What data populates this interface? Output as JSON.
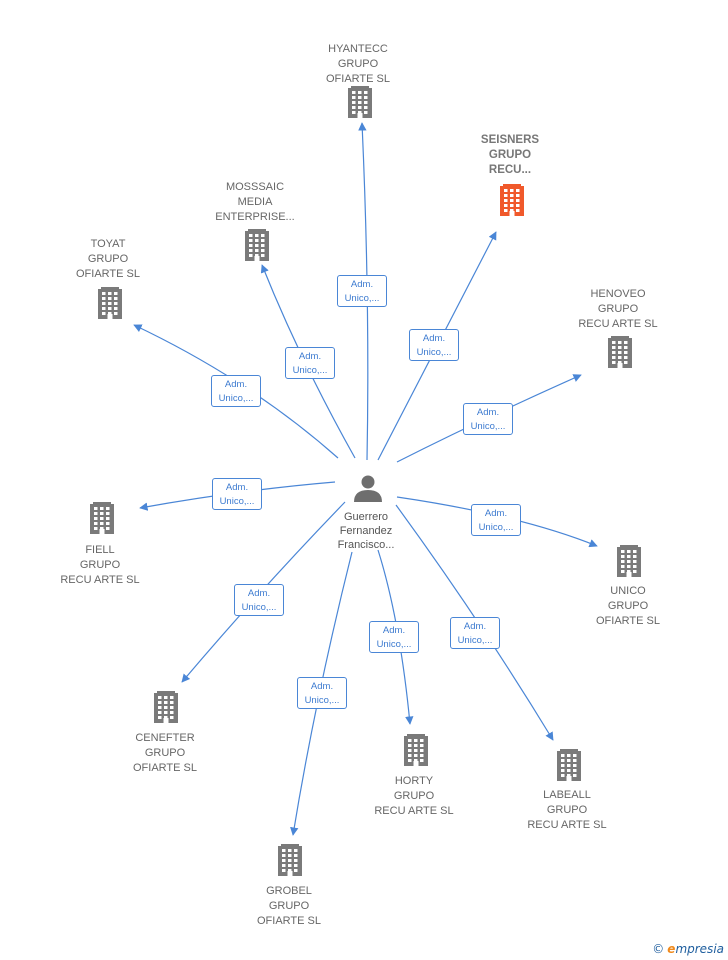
{
  "center": {
    "lines": [
      "Guerrero",
      "Fernandez",
      "Francisco..."
    ]
  },
  "edge_label": [
    "Adm.",
    "Unico,..."
  ],
  "companies": [
    {
      "id": "hyantecc",
      "lines": [
        "HYANTECC",
        "GRUPO",
        "OFIARTE  SL"
      ],
      "highlight": false
    },
    {
      "id": "seisners",
      "lines": [
        "SEISNERS",
        "GRUPO",
        "RECU..."
      ],
      "highlight": true
    },
    {
      "id": "mosssaic",
      "lines": [
        "MOSSSAIC",
        "MEDIA",
        "ENTERPRISE..."
      ],
      "highlight": false
    },
    {
      "id": "toyat",
      "lines": [
        "TOYAT",
        "GRUPO",
        "OFIARTE  SL"
      ],
      "highlight": false
    },
    {
      "id": "henoveo",
      "lines": [
        "HENOVEO",
        "GRUPO",
        "RECU ARTE  SL"
      ],
      "highlight": false
    },
    {
      "id": "fiell",
      "lines": [
        "FIELL",
        "GRUPO",
        "RECU ARTE  SL"
      ],
      "highlight": false
    },
    {
      "id": "unico",
      "lines": [
        "UNICO",
        "GRUPO",
        "OFIARTE  SL"
      ],
      "highlight": false
    },
    {
      "id": "cenefter",
      "lines": [
        "CENEFTER",
        "GRUPO",
        "OFIARTE  SL"
      ],
      "highlight": false
    },
    {
      "id": "horty",
      "lines": [
        "HORTY",
        "GRUPO",
        "RECU ARTE  SL"
      ],
      "highlight": false
    },
    {
      "id": "labeall",
      "lines": [
        "LABEALL",
        "GRUPO",
        "RECU ARTE  SL"
      ],
      "highlight": false
    },
    {
      "id": "grobel",
      "lines": [
        "GROBEL",
        "GRUPO",
        "OFIARTE  SL"
      ],
      "highlight": false
    }
  ],
  "footer": {
    "copyright": "©",
    "brand_first": "e",
    "brand_rest": "mpresia"
  },
  "colors": {
    "edge": "#4a86d6",
    "building": "#7a7a7a",
    "building_highlight": "#f0592b",
    "person": "#6e6e6e"
  }
}
